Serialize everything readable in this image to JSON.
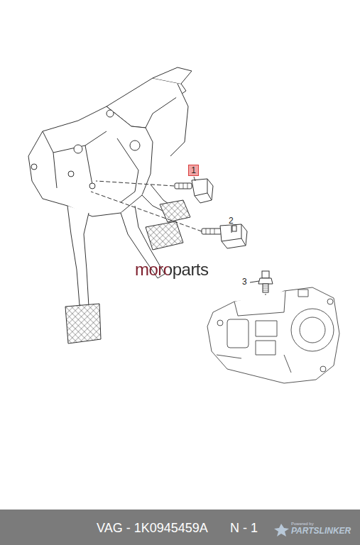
{
  "diagram": {
    "nodes": [
      {
        "text": [
          "1"
        ]
      }
    ],
    "labels": [
      "2",
      "3",
      "moroparts",
      "VAG - 1K0945459A",
      "N - 1",
      "Powered by",
      "PARTSLINKER"
    ]
  }
}
